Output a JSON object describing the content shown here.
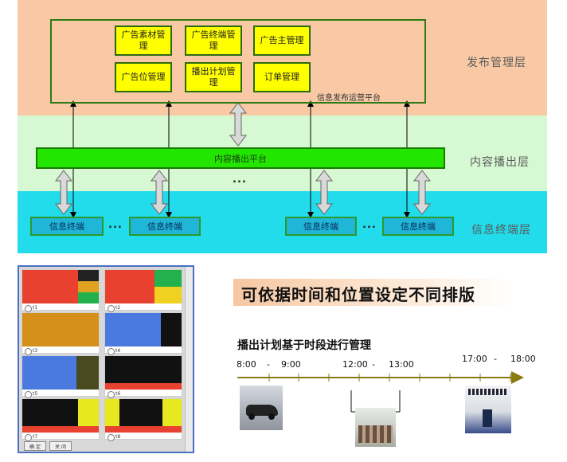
{
  "layers": {
    "publish": "发布管理层",
    "content": "内容播出层",
    "terminal": "信息终端层"
  },
  "publish_platform": {
    "title": "信息发布运营平台",
    "modules": [
      "广告素材管理",
      "广告终端管理",
      "广告主管理",
      "广告位管理",
      "播出计划管理",
      "订单管理"
    ]
  },
  "content_platform": {
    "title": "内容播出平台"
  },
  "ellipsis": "...",
  "terminals": [
    "信息终端",
    "信息终端",
    "信息终端",
    "信息终端"
  ],
  "headline": "可依据时间和位置设定不同排版",
  "subheadline": "播出计划基于时段进行管理",
  "timeline": {
    "labels": [
      "8:00",
      "-",
      "9:00",
      "12:00",
      "-",
      "13:00",
      "17:00",
      "-",
      "18:00"
    ]
  },
  "layout_picker": {
    "options": [
      "t1",
      "t2",
      "t3",
      "t4",
      "t5",
      "t6",
      "t7",
      "t8"
    ],
    "confirm": "确 定",
    "close": "关 闭"
  },
  "colors": {
    "publish_band": "#f8c9a4",
    "content_band": "#d6f8d2",
    "terminal_band": "#22dceb",
    "content_platform": "#22e600",
    "module_fill": "#ffff00"
  }
}
